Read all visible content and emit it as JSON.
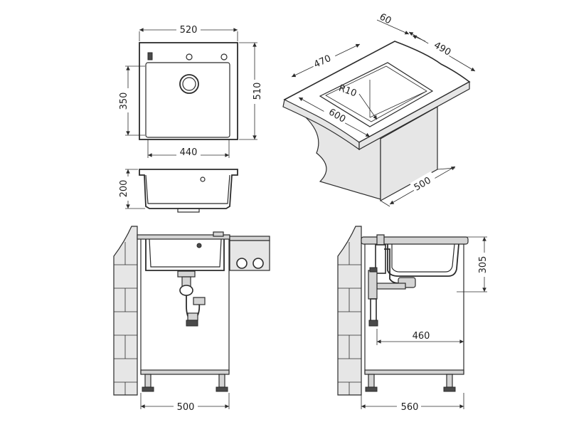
{
  "dimensions": {
    "top_width": "520",
    "top_height": "510",
    "inner_height": "350",
    "inner_width": "440",
    "depth": "200",
    "iso_flange": "60",
    "iso_depth": "490",
    "iso_width": "470",
    "iso_radius": "R10",
    "iso_counter": "600",
    "iso_cabinet": "500",
    "front_cabinet_width": "500",
    "side_height": "305",
    "side_offset": "460",
    "side_cabinet_depth": "560"
  },
  "icons": {
    "arrow": "dimension-arrow-icon",
    "drain": "drain-icon"
  }
}
